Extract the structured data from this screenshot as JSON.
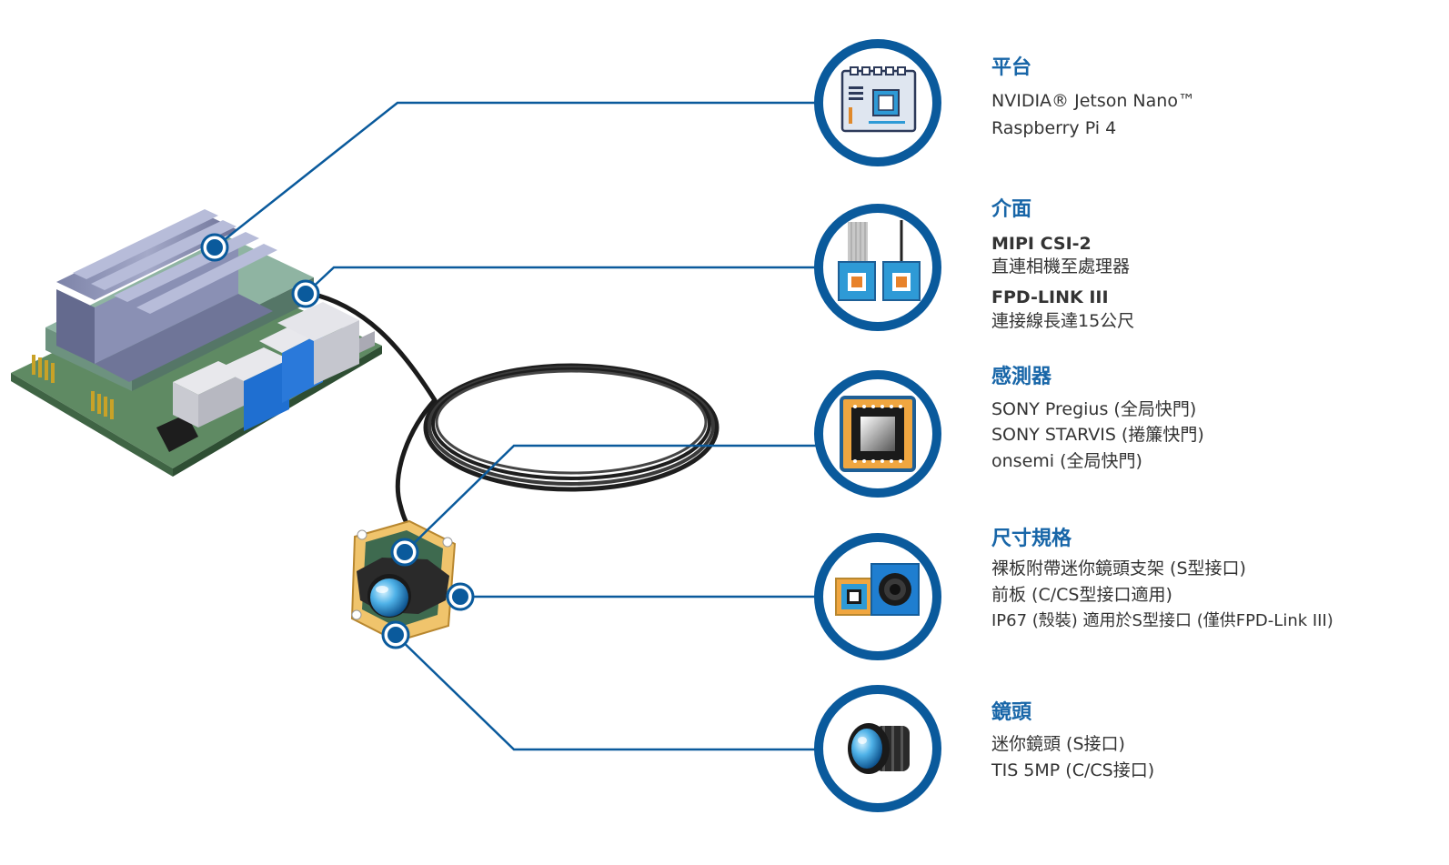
{
  "colors": {
    "accent": "#0a5a9c",
    "heading": "#1866a8",
    "text": "#333333"
  },
  "sections": [
    {
      "icon": "motherboard-icon",
      "title": "平台",
      "lines": [
        "NVIDIA® Jetson Nano™",
        "Raspberry Pi 4"
      ]
    },
    {
      "icon": "camera-modules-icon",
      "title": "介面",
      "lines": [
        "MIPI CSI-2",
        "直連相機至處理器",
        "FPD-LINK III",
        "連接線長達15公尺"
      ]
    },
    {
      "icon": "image-sensor-icon",
      "title": "感測器",
      "lines": [
        "SONY Pregius (全局快門)",
        "SONY STARVIS (捲簾快門)",
        "onsemi (全局快門)"
      ]
    },
    {
      "icon": "camera-housing-icon",
      "title": "尺寸規格",
      "lines": [
        "裸板附帶迷你鏡頭支架 (S型接口)",
        "前板 (C/CS型接口適用)",
        "IP67 (殼裝) 適用於S型接口 (僅供FPD-Link III)"
      ]
    },
    {
      "icon": "lens-icon",
      "title": "鏡頭",
      "lines": [
        "迷你鏡頭 (S接口)",
        "TIS 5MP (C/CS接口)"
      ]
    }
  ],
  "illustration": {
    "board": "jetson-board-illustration",
    "camera": "board-camera-illustration",
    "cable": "cable-coil-illustration"
  }
}
